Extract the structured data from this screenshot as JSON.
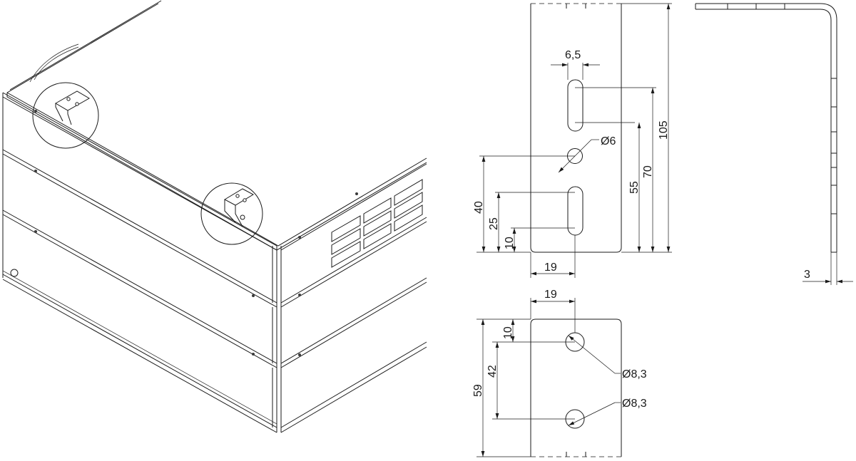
{
  "dimensions": {
    "front_slot_width": "6,5",
    "front_hole_dia": "Ø6",
    "front_height_total": "105",
    "front_height_70": "70",
    "front_height_55": "55",
    "front_height_40": "40",
    "front_height_25": "25",
    "front_height_10": "10",
    "front_width": "19",
    "side_thickness": "3",
    "bottom_width": "19",
    "bottom_offset_10": "10",
    "bottom_spacing_42": "42",
    "bottom_length_59": "59",
    "bottom_hole_dia_1": "Ø8,3",
    "bottom_hole_dia_2": "Ø8,3"
  }
}
